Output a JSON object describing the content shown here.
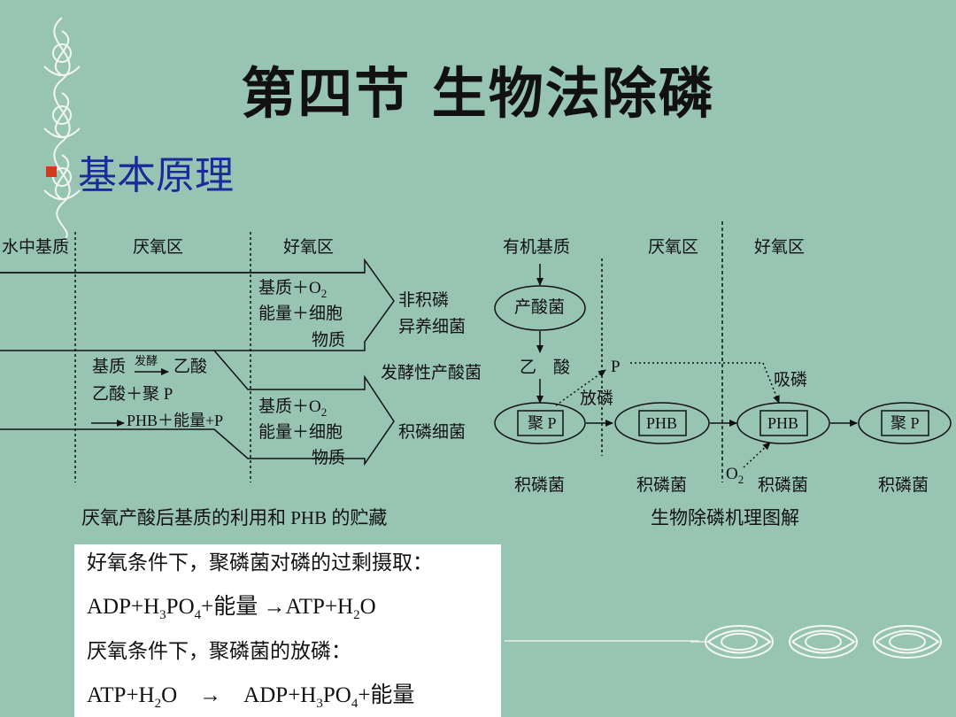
{
  "title": "第四节 生物法除磷",
  "subtitle": "基本原理",
  "left_diagram": {
    "col_source": "水中基质",
    "col_anaerobic": "厌氧区",
    "col_aerobic": "好氧区",
    "upper_sub": "基质＋O",
    "upper_sub_2": "2",
    "upper_energy": "能量＋细胞",
    "upper_matter": "物质",
    "non_p": "非积磷",
    "heterotroph": "异养细菌",
    "substrate": "基质",
    "ferment": "发酵",
    "acetic": "乙酸",
    "acetic_poly": "乙酸＋聚 P",
    "phb_energy": "PHB＋能量+P",
    "ferment_bacteria": "发酵性产酸菌",
    "lower_sub": "基质＋O",
    "lower_sub_2": "2",
    "lower_energy": "能量＋细胞",
    "lower_matter": "物质",
    "pao": "积磷细菌",
    "caption": "厌氧产酸后基质的利用和 PHB 的贮藏"
  },
  "right_diagram": {
    "col_source": "有机基质",
    "col_anaerobic": "厌氧区",
    "col_aerobic": "好氧区",
    "acid_bacteria": "产酸菌",
    "acetic": "乙　酸",
    "p": "P",
    "release": "放磷",
    "uptake": "吸磷",
    "o2": "O",
    "o2_sub": "2",
    "node1": "聚 P",
    "node2": "PHB",
    "node3": "PHB",
    "node4": "聚 P",
    "bottom1": "积磷菌",
    "bottom2": "积磷菌",
    "bottom3": "积磷菌",
    "bottom4": "积磷菌",
    "caption": "生物除磷机理图解"
  },
  "equations": {
    "line1": "好氧条件下，聚磷菌对磷的过剩摄取：",
    "line2_a": "ADP+H",
    "line2_b": "3",
    "line2_c": "PO",
    "line2_d": "4",
    "line2_e": "+能量 →ATP+H",
    "line2_f": "2",
    "line2_g": "O",
    "line3": "厌氧条件下，聚磷菌的放磷：",
    "line4_a": "ATP+H",
    "line4_b": "2",
    "line4_c": "O　→　ADP+H",
    "line4_d": "3",
    "line4_e": "PO",
    "line4_f": "4",
    "line4_g": "+能量"
  },
  "colors": {
    "background": "#98c4b4",
    "title_accent": "#1c2b9a",
    "bullet": "#d23a1e"
  }
}
